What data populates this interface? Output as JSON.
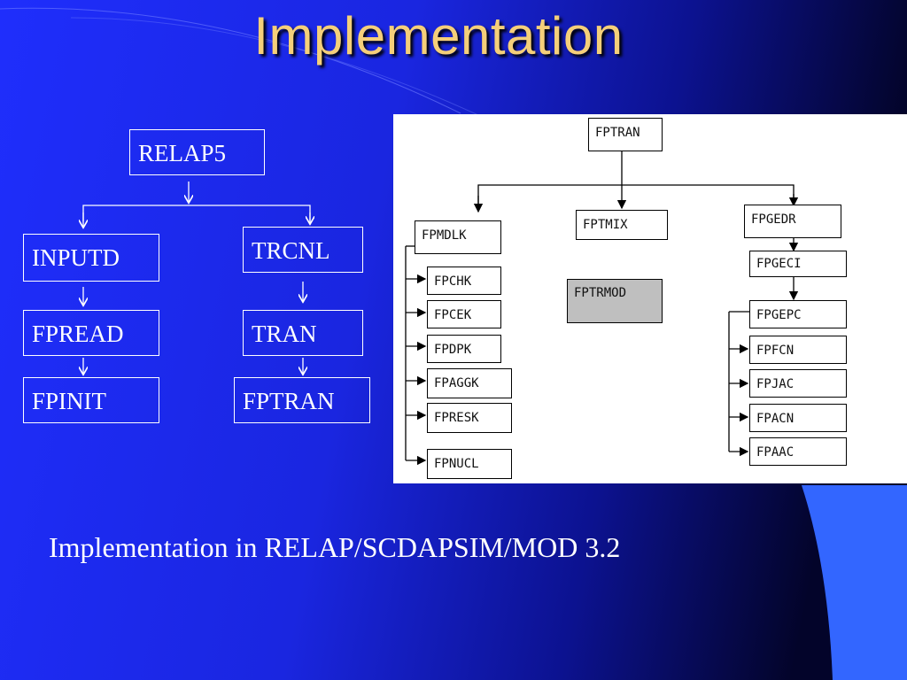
{
  "slide": {
    "title": "Implementation",
    "caption": "Implementation in RELAP/SCDAPSIM/MOD 3.2"
  },
  "left_tree": {
    "root": "RELAP5",
    "left_branch": [
      "INPUTD",
      "FPREAD",
      "FPINIT"
    ],
    "right_branch": [
      "TRCNL",
      "TRAN",
      "FPTRAN"
    ]
  },
  "right_tree": {
    "root": "FPTRAN",
    "children": [
      "FPMDLK",
      "FPTMIX",
      "FPGEDR"
    ],
    "fpmdlk_children": [
      "FPCHK",
      "FPCEK",
      "FPDPK",
      "FPAGGK",
      "FPRESK",
      "FPNUCL"
    ],
    "unconnected": "FPTRMOD",
    "fpgedr_chain": [
      "FPGECI",
      "FPGEPC"
    ],
    "fpgepc_children": [
      "FPFCN",
      "FPJAC",
      "FPACN",
      "FPAAC"
    ]
  },
  "colors": {
    "background_left": "#1e2dfa",
    "background_right": "#05063a",
    "accent_shape": "#3366ff",
    "title": "#f5cf7a"
  }
}
